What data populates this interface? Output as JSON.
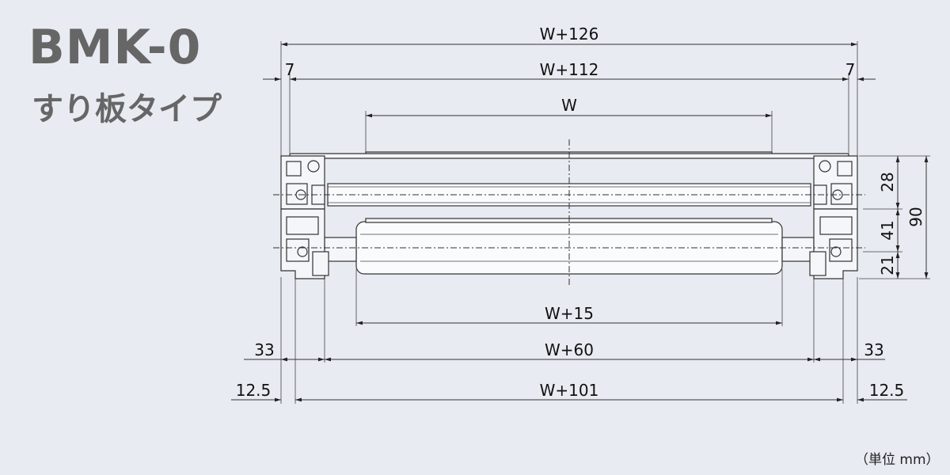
{
  "title": "BMK-0",
  "subtitle": "すり板タイプ",
  "unit_note": "（単位 mm）",
  "dimensions": {
    "overall": "W+126",
    "inner_frame": "W+112",
    "left_7": "7",
    "right_7": "7",
    "belt": "W",
    "roller": "W+15",
    "support": "W+60",
    "left_33": "33",
    "right_33": "33",
    "base": "W+101",
    "left_12_5": "12.5",
    "right_12_5": "12.5",
    "height_28": "28",
    "height_41": "41",
    "height_21": "21",
    "height_90": "90"
  }
}
